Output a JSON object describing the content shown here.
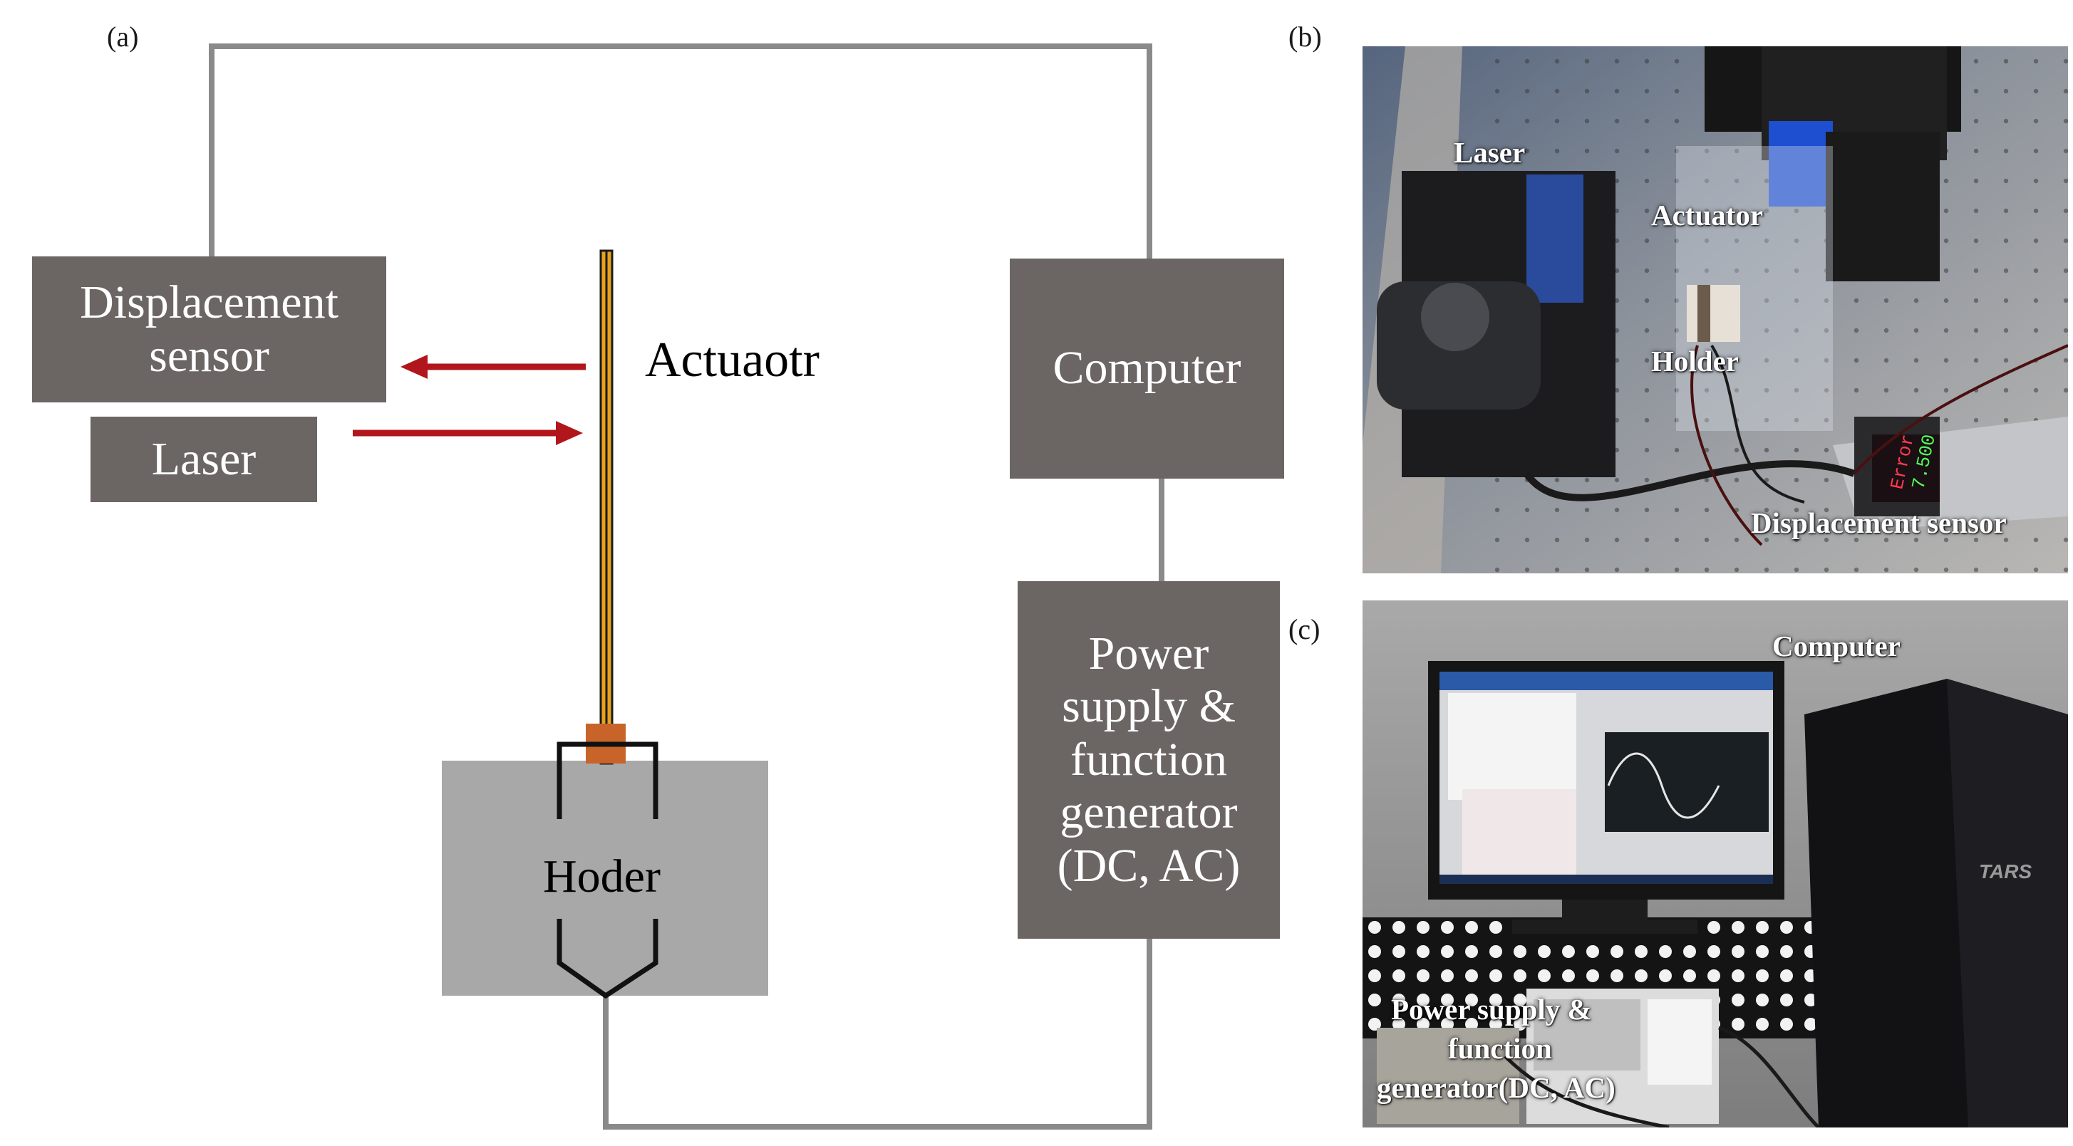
{
  "panels": {
    "a": "(a)",
    "b": "(b)",
    "c": "(c)"
  },
  "schematic": {
    "displacement_sensor": "Displacement sensor",
    "laser": "Laser",
    "actuator": "Actuaotr",
    "computer": "Computer",
    "power_supply": "Power supply & function generator (DC, AC)",
    "holder": "Hoder"
  },
  "photo_b": {
    "laser": "Laser",
    "actuator": "Actuator",
    "holder": "Holder",
    "displacement_sensor": "Displacement sensor",
    "sensor_readout_top": "Error",
    "sensor_readout_bottom": "7.500"
  },
  "photo_c": {
    "computer": "Computer",
    "power_supply_line1": "Power supply &",
    "power_supply_line2": "function",
    "power_supply_line3": "generator(DC, AC)",
    "brand": "TARS"
  },
  "colors": {
    "box_fill": "#6b6564",
    "holder_fill": "#a8a8a8",
    "wire": "#8a8a8a",
    "arrow": "#b0161b",
    "actuator_fill": "#e6a21e",
    "clamp_fill": "#c8642a"
  }
}
